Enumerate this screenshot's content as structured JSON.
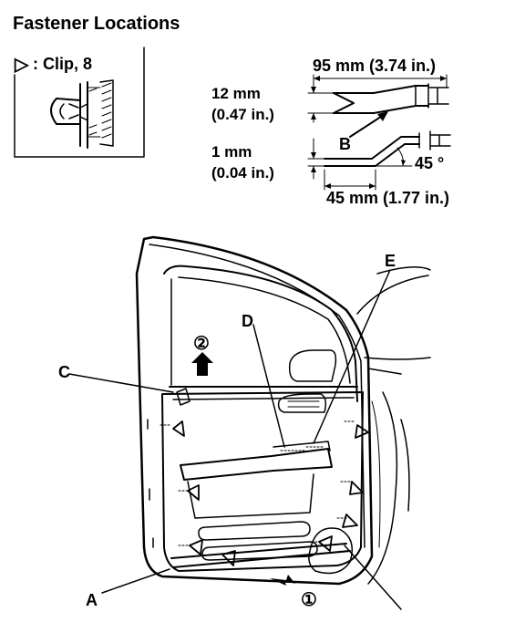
{
  "title": "Fastener Locations",
  "legend": {
    "symbol": "▷",
    "text": ": Clip, 8",
    "icon": "clip-detail-icon"
  },
  "tool": {
    "width_label": "95 mm (3.74 in.)",
    "tip_opening_label_mm": "12 mm",
    "tip_opening_label_in": "(0.47 in.)",
    "tip_thickness_label_mm": "1 mm",
    "tip_thickness_label_in": "(0.04 in.)",
    "length_label": "45 mm (1.77 in.)",
    "angle_label": "45 °",
    "callout": "B"
  },
  "door": {
    "callouts": {
      "a": "A",
      "c": "C",
      "d": "D",
      "e": "E"
    },
    "steps": {
      "step1": "①",
      "step2": "②"
    },
    "clip_count": 8
  }
}
